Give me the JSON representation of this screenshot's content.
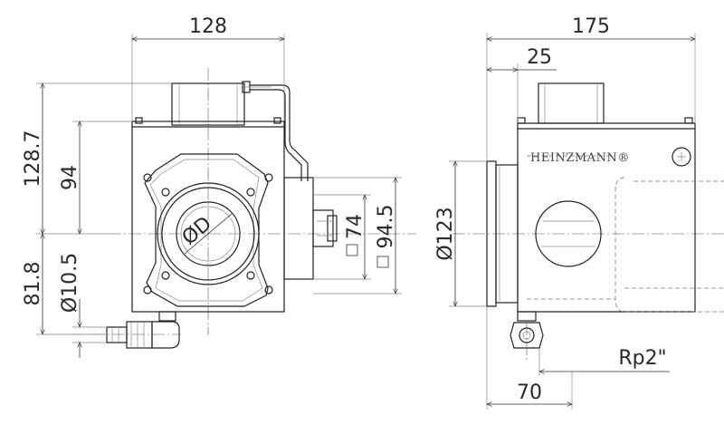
{
  "front_view": {
    "width_label": "128",
    "height_label": "128.7",
    "upper_label": "94",
    "lower_label": "81.8",
    "hole_label": "Ø10.5",
    "bore_label": "ØD",
    "square_small_label": "74",
    "square_large_label": "94.5"
  },
  "side_view": {
    "width_label": "175",
    "offset_label": "25",
    "diameter_label": "Ø123",
    "bottom_label": "70",
    "thread_label": "Rp2\"",
    "brand_text": "HEINZMANN®"
  }
}
